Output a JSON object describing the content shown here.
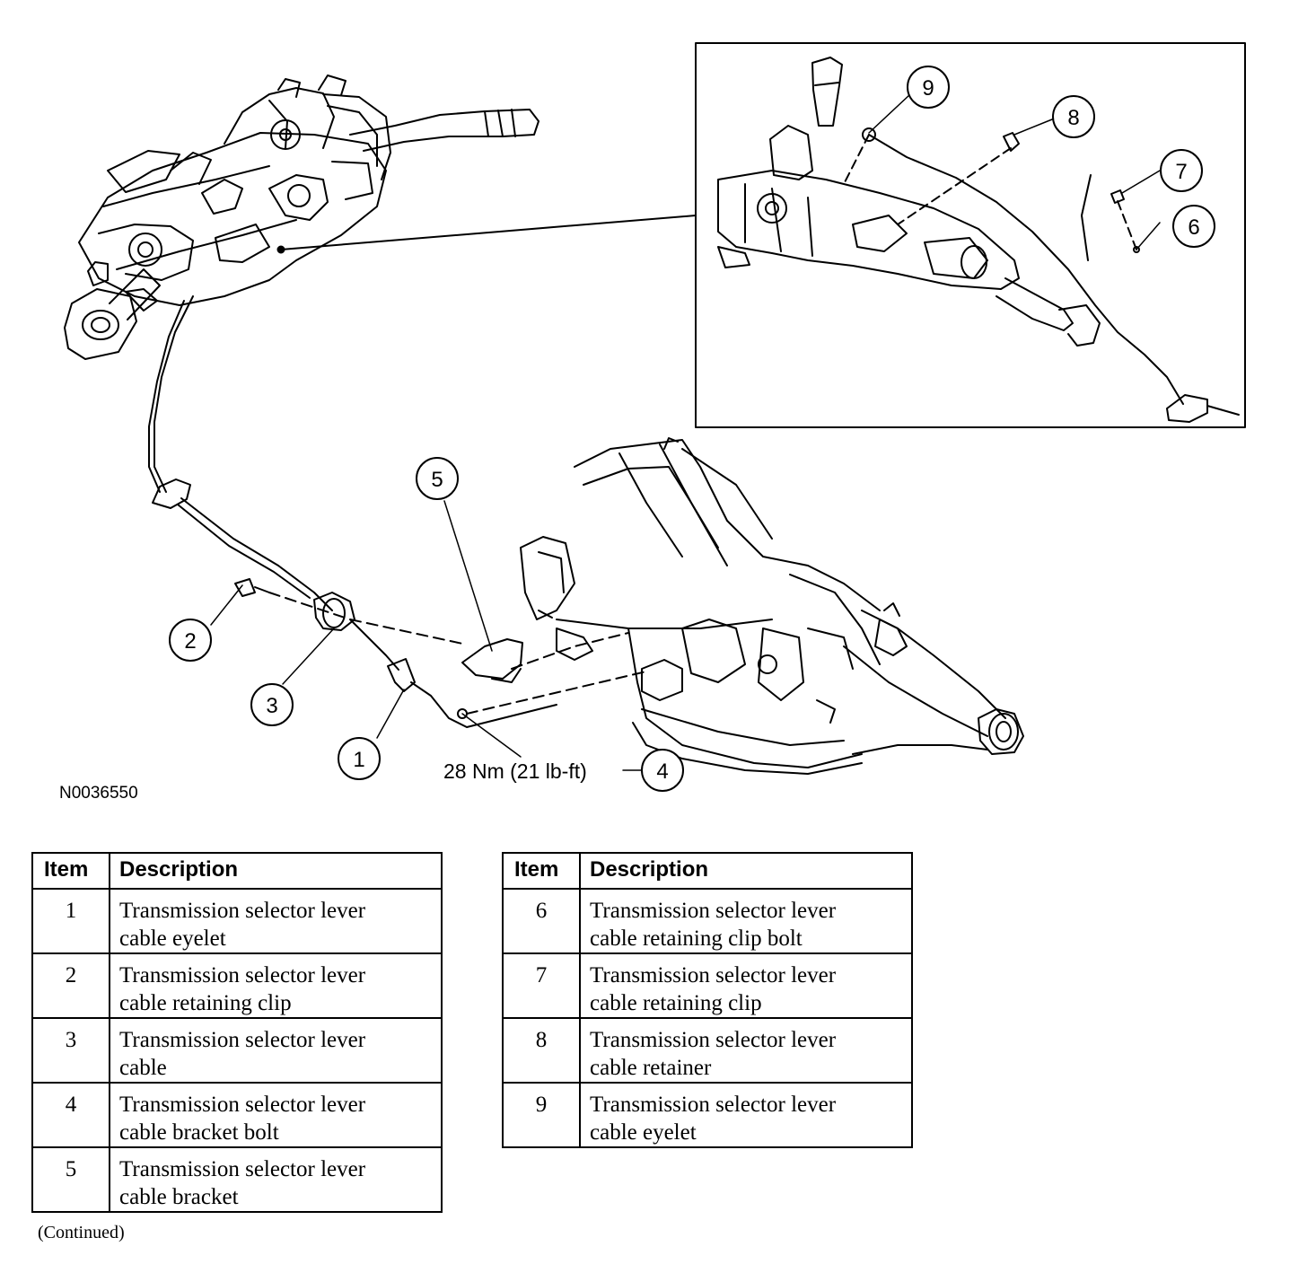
{
  "figure": {
    "drawing_id": "N0036550",
    "torque_spec": "28 Nm (21 lb-ft)",
    "callouts": [
      "1",
      "2",
      "3",
      "4",
      "5",
      "6",
      "7",
      "8",
      "9"
    ]
  },
  "legend_left": {
    "header_item": "Item",
    "header_description": "Description",
    "rows": [
      {
        "item": "1",
        "line1": "Transmission selector lever",
        "line2": "cable eyelet"
      },
      {
        "item": "2",
        "line1": "Transmission selector lever",
        "line2": "cable retaining clip"
      },
      {
        "item": "3",
        "line1": "Transmission selector lever",
        "line2": "cable"
      },
      {
        "item": "4",
        "line1": "Transmission selector lever",
        "line2": "cable bracket bolt"
      },
      {
        "item": "5",
        "line1": "Transmission selector lever",
        "line2": "cable bracket"
      }
    ]
  },
  "legend_right": {
    "header_item": "Item",
    "header_description": "Description",
    "rows": [
      {
        "item": "6",
        "line1": "Transmission selector lever",
        "line2": "cable retaining clip bolt"
      },
      {
        "item": "7",
        "line1": "Transmission selector lever",
        "line2": "cable retaining clip"
      },
      {
        "item": "8",
        "line1": "Transmission selector lever",
        "line2": "cable retainer"
      },
      {
        "item": "9",
        "line1": "Transmission selector lever",
        "line2": "cable eyelet"
      }
    ]
  },
  "footer": {
    "continued": "(Continued)"
  }
}
